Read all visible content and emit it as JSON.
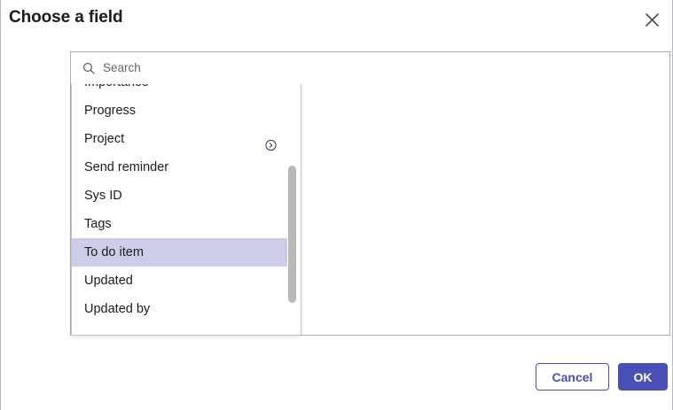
{
  "dialog": {
    "title": "Choose a field",
    "close_icon": "close-icon"
  },
  "search": {
    "icon": "search-icon",
    "placeholder": "Search",
    "value": ""
  },
  "dropdown": {
    "items": [
      {
        "label": "Importance",
        "selected": false,
        "has_detail_icon": false
      },
      {
        "label": "Progress",
        "selected": false,
        "has_detail_icon": false
      },
      {
        "label": "Project",
        "selected": false,
        "has_detail_icon": true,
        "detail_icon": "circle-chevron-right-icon"
      },
      {
        "label": "Send reminder",
        "selected": false,
        "has_detail_icon": false
      },
      {
        "label": "Sys ID",
        "selected": false,
        "has_detail_icon": false
      },
      {
        "label": "Tags",
        "selected": false,
        "has_detail_icon": false
      },
      {
        "label": "To do item",
        "selected": true,
        "has_detail_icon": false
      },
      {
        "label": "Updated",
        "selected": false,
        "has_detail_icon": false
      },
      {
        "label": "Updated by",
        "selected": false,
        "has_detail_icon": false
      }
    ],
    "scrollbar": {
      "name": "vertical-scrollbar"
    }
  },
  "footer": {
    "cancel_label": "Cancel",
    "ok_label": "OK"
  },
  "colors": {
    "accent": "#484fb5",
    "selected_row": "#cdcdea",
    "text": "#1b1b21",
    "placeholder": "#62666e",
    "border": "#a9adb8"
  }
}
